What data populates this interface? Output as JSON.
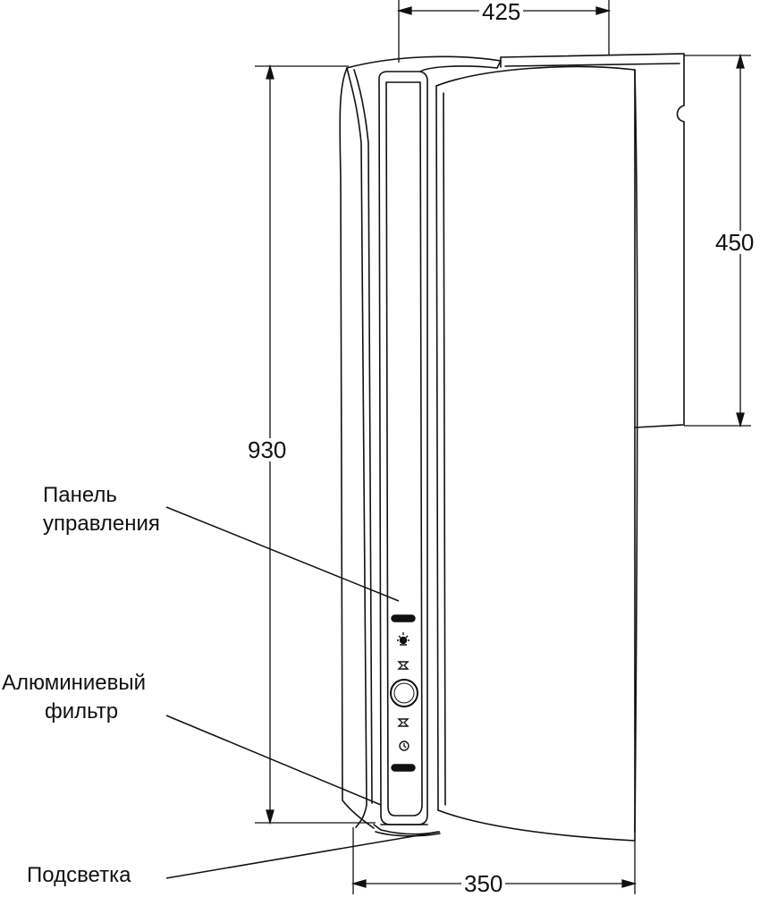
{
  "dimensions": {
    "top_width": "425",
    "bottom_width": "350",
    "total_height": "930",
    "upper_height": "450"
  },
  "labels": {
    "control_panel": [
      "Панель",
      "управления"
    ],
    "aluminum_filter": [
      "Алюминиевый",
      "фильтр"
    ],
    "lighting": "Подсветка"
  },
  "icons": [
    "light-icon",
    "fan-icon",
    "power-button-icon",
    "fan-icon",
    "timer-icon"
  ],
  "colors": {
    "line": "#111111",
    "background": "#ffffff"
  }
}
